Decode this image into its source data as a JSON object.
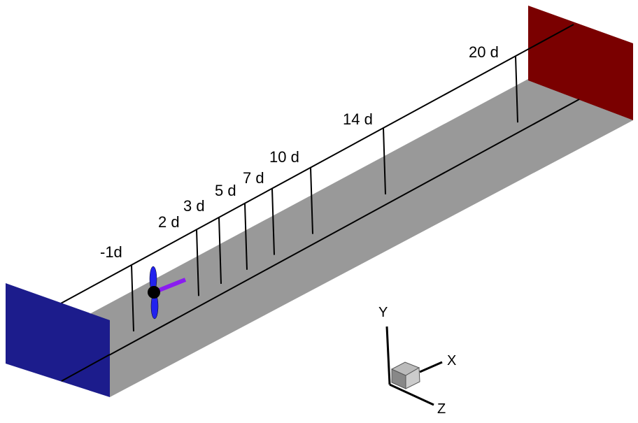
{
  "stations": [
    {
      "label": "-1d"
    },
    {
      "label": "2 d"
    },
    {
      "label": "3 d"
    },
    {
      "label": "5 d"
    },
    {
      "label": "7 d"
    },
    {
      "label": "10 d"
    },
    {
      "label": "14 d"
    },
    {
      "label": "20 d"
    }
  ],
  "axes": {
    "x": "X",
    "y": "Y",
    "z": "Z"
  },
  "colors": {
    "inlet": "#1c1c8c",
    "outlet": "#7a0000",
    "floor": "#999999",
    "blade": "#2222ee",
    "shaft": "#8a1cf0"
  }
}
